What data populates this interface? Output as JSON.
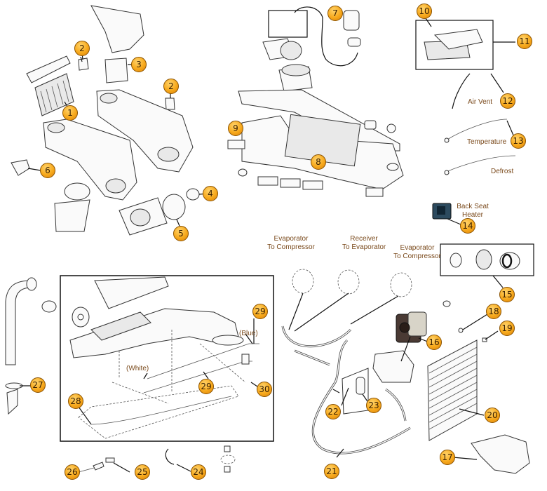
{
  "diagram": {
    "title": "Heater & A/C System Exploded Parts Diagram",
    "badge_color": "#f7a91c",
    "label_color": "#7a4a1c",
    "callouts": [
      {
        "id": "1",
        "part": "heater-core"
      },
      {
        "id": "2",
        "part": "heater-core-seal-left"
      },
      {
        "id": "2",
        "part": "heater-core-seal-right"
      },
      {
        "id": "3",
        "part": "duct-boot"
      },
      {
        "id": "4",
        "part": "blower-motor-seal"
      },
      {
        "id": "5",
        "part": "blower-motor"
      },
      {
        "id": "6",
        "part": "defroster-vent"
      },
      {
        "id": "7",
        "part": "blower-motor-assembly"
      },
      {
        "id": "8",
        "part": "evaporator-housing"
      },
      {
        "id": "9",
        "part": "resistor"
      },
      {
        "id": "10",
        "part": "control-knob"
      },
      {
        "id": "11",
        "part": "heater-control-panel"
      },
      {
        "id": "12",
        "part": "air-vent-cable"
      },
      {
        "id": "13",
        "part": "temperature-cable"
      },
      {
        "id": "14",
        "part": "back-seat-heater"
      },
      {
        "id": "15",
        "part": "compressor-clutch"
      },
      {
        "id": "16",
        "part": "ac-compressor"
      },
      {
        "id": "17",
        "part": "compressor-bracket"
      },
      {
        "id": "18",
        "part": "condenser-fitting"
      },
      {
        "id": "19",
        "part": "condenser-cap"
      },
      {
        "id": "20",
        "part": "condenser"
      },
      {
        "id": "21",
        "part": "ac-hose"
      },
      {
        "id": "22",
        "part": "pressure-switch"
      },
      {
        "id": "23",
        "part": "receiver-drier"
      },
      {
        "id": "24",
        "part": "clamp"
      },
      {
        "id": "25",
        "part": "hose-connector"
      },
      {
        "id": "26",
        "part": "valve"
      },
      {
        "id": "27",
        "part": "hose-clamp"
      },
      {
        "id": "28",
        "part": "wiring-harness"
      },
      {
        "id": "29",
        "part": "heater-hose-blue"
      },
      {
        "id": "29",
        "part": "heater-hose-white"
      },
      {
        "id": "30",
        "part": "hose-bracket"
      }
    ],
    "labels": {
      "air_vent": "Air Vent",
      "temperature": "Temperature",
      "defrost": "Defrost",
      "back_seat_heater_line1": "Back Seat",
      "back_seat_heater_line2": "Heater",
      "evap_to_comp_1_line1": "Evaporator",
      "evap_to_comp_1_line2": "To Compressor",
      "recv_to_evap_line1": "Receiver",
      "recv_to_evap_line2": "To Evaporator",
      "evap_to_comp_2_line1": "Evaporator",
      "evap_to_comp_2_line2": "To Compressor",
      "white": "(White)",
      "blue": "(Blue)"
    }
  }
}
